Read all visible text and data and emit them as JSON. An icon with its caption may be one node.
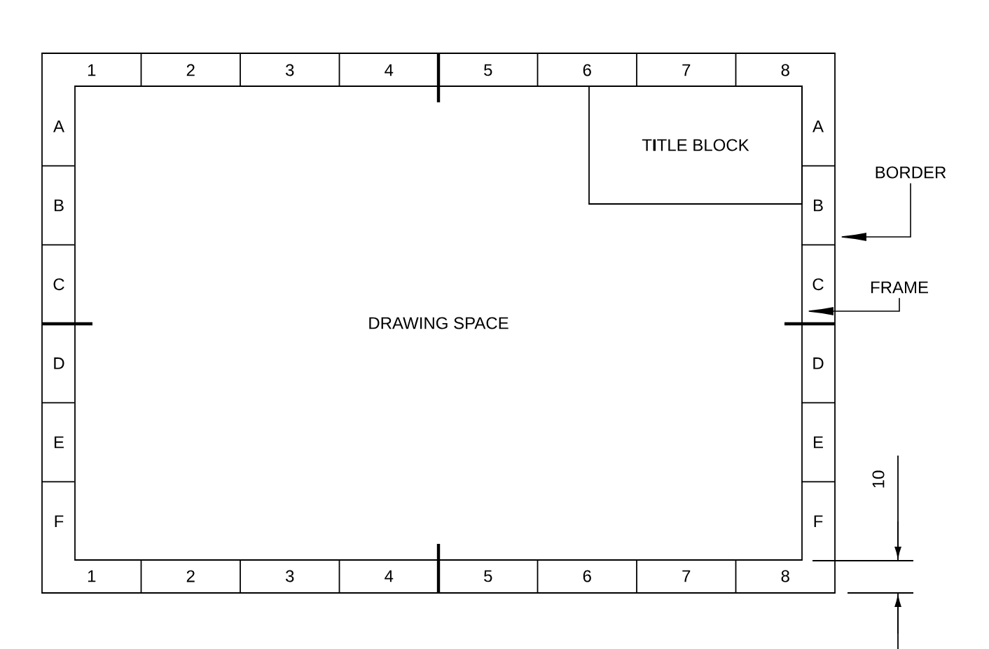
{
  "diagram": {
    "nodes": [
      {
        "text": [],
        "shape": "box"
      },
      {
        "text": [
          "DRAWING SPACE"
        ],
        "in": 0
      },
      {
        "text": [
          "T**I**TLE BLOCK"
        ],
        "in": 1
      },
      {
        "text": [
          "BORDER"
        ]
      },
      {
        "text": [
          "FRAME"
        ]
      }
    ],
    "edges": [
      {
        "from": 3,
        "to": 0,
        "arrow": "to"
      },
      {
        "from": 4,
        "to": 1,
        "arrow": "to"
      }
    ],
    "labels": [
      "1",
      "2",
      "3",
      "4",
      "5",
      "6",
      "7",
      "8",
      "A",
      "A",
      "B",
      "B",
      "C",
      "C",
      "D",
      "D",
      "E",
      "E",
      "F",
      "F",
      "1",
      "2",
      "3",
      "4",
      "5",
      "6",
      "7",
      "8",
      "10"
    ]
  }
}
